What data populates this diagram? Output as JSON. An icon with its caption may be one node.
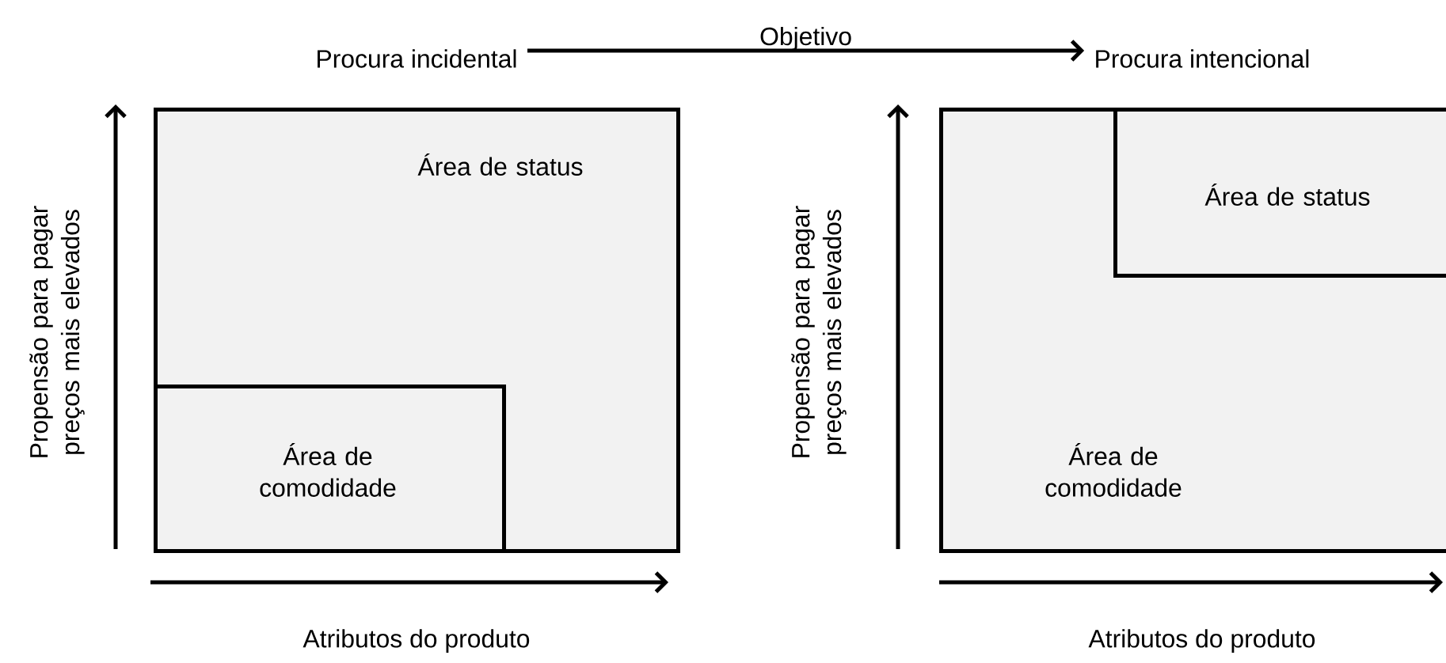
{
  "diagram": {
    "nodes": [
      {
        "text": [
          "Procura incidental"
        ]
      },
      {
        "text": [
          "Procura intencional"
        ]
      },
      {
        "text": [
          "Área de status"
        ]
      },
      {
        "text": [
          "Área de comodidade"
        ],
        "in": 2
      },
      {
        "text": [
          "Área de comodidade"
        ]
      },
      {
        "text": [
          "Área de status"
        ],
        "in": 4
      }
    ],
    "edges": [
      {
        "from": 0,
        "to": 1,
        "arrow": "to",
        "label": "Objetivo"
      }
    ],
    "labels": [
      "Propensão para pagar preços mais elevados",
      "Atributos do produto",
      "Propensão para pagar preços mais elevados",
      "Atributos do produto"
    ]
  }
}
